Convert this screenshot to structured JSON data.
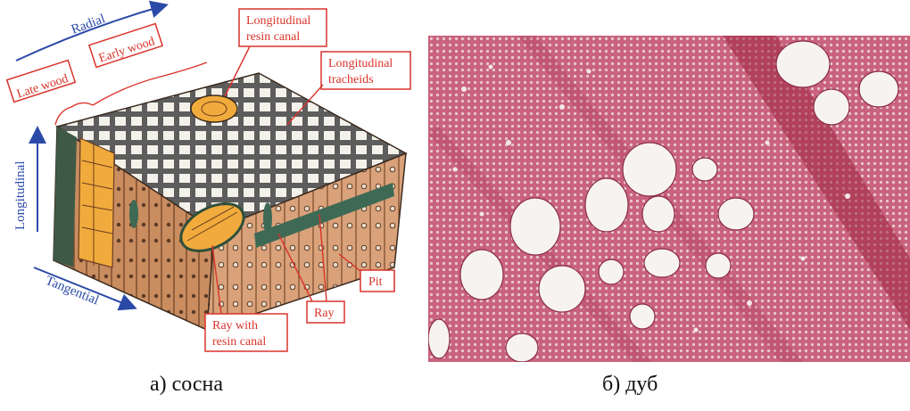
{
  "figure_a": {
    "axes": {
      "radial": "Radial",
      "longitudinal": "Longitudinal",
      "tangential": "Tangential"
    },
    "labels": {
      "late_wood": "Late wood",
      "early_wood": "Early wood",
      "resin_canal_1": "Longitudinal",
      "resin_canal_2": "resin canal",
      "tracheids_1": "Longitudinal",
      "tracheids_2": "tracheids",
      "pit": "Pit",
      "ray": "Ray",
      "ray_resin_1": "Ray with",
      "ray_resin_2": "resin canal"
    },
    "caption": "а) сосна"
  },
  "figure_b": {
    "caption": "б) дуб"
  },
  "colors": {
    "label_red": "#d9342b",
    "axis_blue": "#2b4aa8",
    "wood_brown": "#c98d60",
    "resin_orange": "#f0ab3c",
    "oak_pink": "#c9637d"
  }
}
